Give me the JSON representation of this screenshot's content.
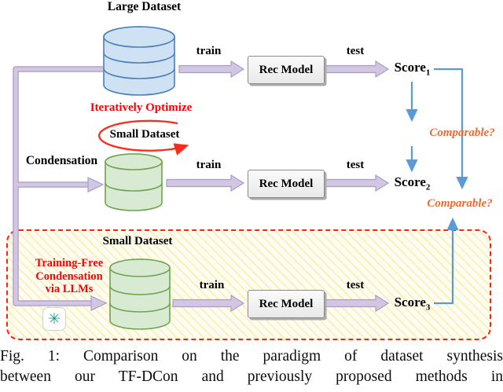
{
  "colors": {
    "arrow_purple": "#d2c7e2",
    "arrow_purple_edge": "#ab9dc6",
    "comparison_blue": "#5b9bd5",
    "loop_red": "#ff2a1a",
    "emphasis_red": "#fb0007",
    "comparable_orange": "#ec6b33",
    "dashed_box_red": "#ff2020",
    "dashed_box_bg": "#fffdf2",
    "large_dataset_fill": "#cfe2f3",
    "large_dataset_stroke": "#4a7ebb",
    "small_dataset_fill": "#d9ead3",
    "small_dataset_stroke": "#6fa34f",
    "model_box_border": "#8a8a8a",
    "openai_teal": "#13a287"
  },
  "pipelines": {
    "top": {
      "dataset_label": "Large Dataset",
      "train_label": "train",
      "model_label": "Rec Model",
      "test_label": "test",
      "score_label": "Score",
      "score_subscript": "1"
    },
    "middle": {
      "optimize_label": "Iteratively Optimize",
      "condensation_label": "Condensation",
      "dataset_label": "Small Dataset",
      "train_label": "train",
      "model_label": "Rec Model",
      "test_label": "test",
      "score_label": "Score",
      "score_subscript": "2"
    },
    "bottom": {
      "method_line1": "Training-Free",
      "method_line2": "Condensation",
      "method_line3": "via LLMs",
      "dataset_label": "Small Dataset",
      "train_label": "train",
      "model_label": "Rec Model",
      "test_label": "test",
      "score_label": "Score",
      "score_subscript": "3"
    }
  },
  "comparisons": {
    "first_label": "Comparable?",
    "second_label": "Comparable?"
  },
  "icons": {
    "openai_logo": "✳"
  },
  "caption": {
    "line1": "Fig. 1: Comparison on the paradigm of dataset synthesis",
    "line2": "between our TF-DCon and previously proposed methods in"
  }
}
